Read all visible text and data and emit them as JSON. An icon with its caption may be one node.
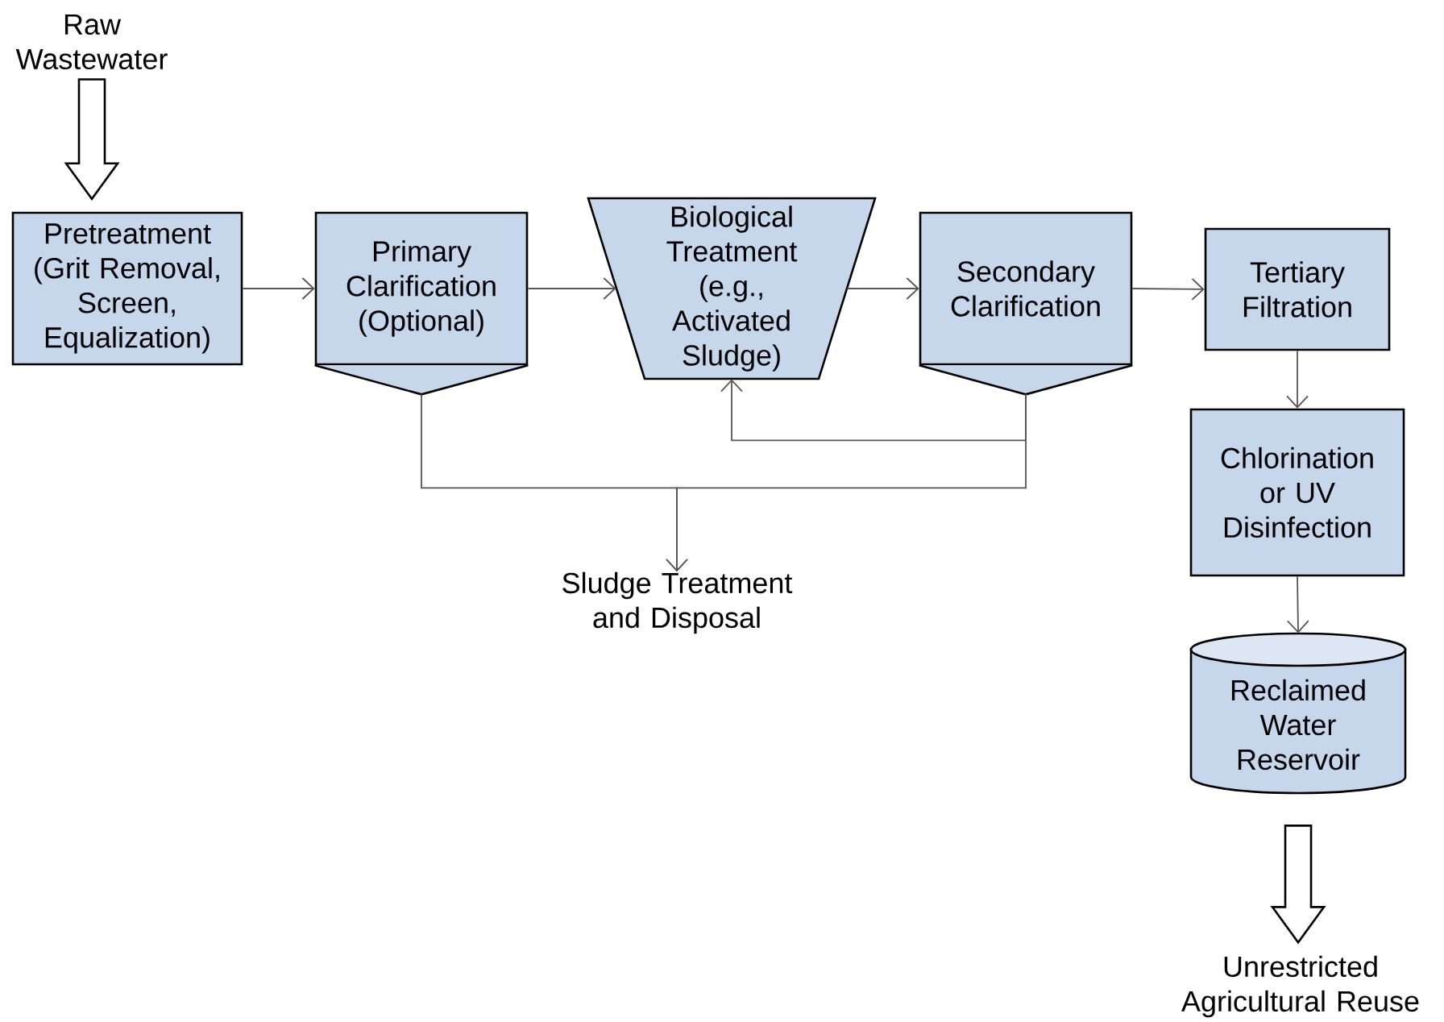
{
  "diagram": {
    "nodes": [
      {
        "text": [
          "Raw Wastewater"
        ]
      },
      {
        "text": [
          "Pretreatment (Grit Removal, Screen, Equalization)"
        ]
      },
      {
        "text": [
          "Primary Clarification (Optional)"
        ]
      },
      {
        "text": [
          "Biological Treatment (e.g., Activated Sludge)"
        ]
      },
      {
        "text": [
          "Secondary Clarification"
        ]
      },
      {
        "text": [
          "Tertiary Filtration"
        ]
      },
      {
        "text": [
          "Chlorination or UV Disinfection"
        ]
      },
      {
        "text": [
          "Reclaimed Water Reservoir"
        ]
      },
      {
        "text": [
          "Unrestricted Agricultural Reuse"
        ]
      },
      {
        "text": [
          "Sludge Treatment and Disposal"
        ]
      }
    ],
    "edges": [
      {
        "from": 0,
        "to": 1,
        "arrow": "to",
        "style": "thick"
      },
      {
        "from": 1,
        "to": 2,
        "arrow": "to"
      },
      {
        "from": 2,
        "to": 3,
        "arrow": "to"
      },
      {
        "from": 3,
        "to": 4,
        "arrow": "to"
      },
      {
        "from": 4,
        "to": 5,
        "arrow": "to"
      },
      {
        "from": 5,
        "to": 6,
        "arrow": "to"
      },
      {
        "from": 6,
        "to": 7,
        "arrow": "to"
      },
      {
        "from": 7,
        "to": 8,
        "arrow": "to",
        "style": "thick"
      },
      {
        "from": 4,
        "to": 3,
        "arrow": "to"
      },
      {
        "from": 2,
        "to": 9,
        "arrow": "to"
      },
      {
        "from": 4,
        "to": 9,
        "arrow": "to"
      }
    ]
  }
}
